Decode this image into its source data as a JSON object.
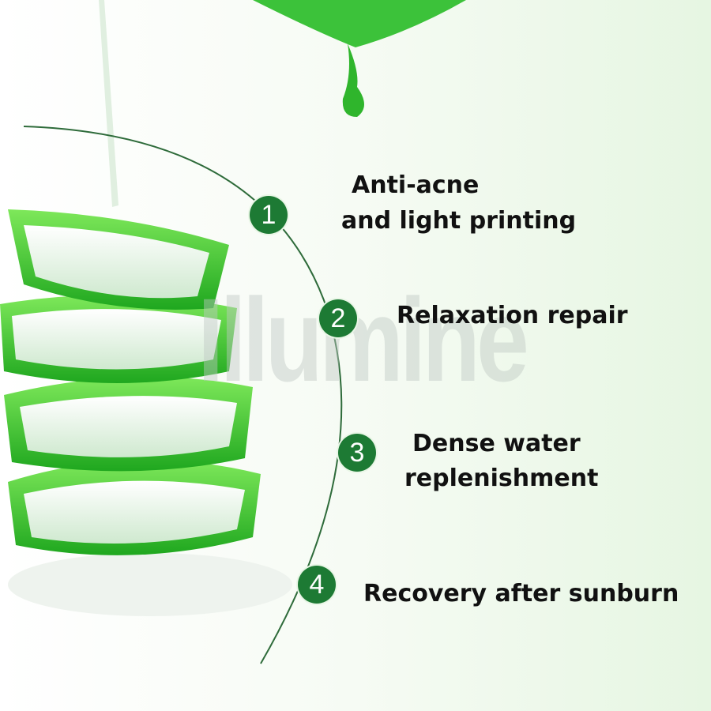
{
  "watermark": "Illumine",
  "features": [
    {
      "number": "1",
      "lines": [
        "Anti-acne",
        "and light printing"
      ]
    },
    {
      "number": "2",
      "lines": [
        "Relaxation repair"
      ]
    },
    {
      "number": "3",
      "lines": [
        "Dense water",
        "replenishment"
      ]
    },
    {
      "number": "4",
      "lines": [
        "Recovery after sunburn"
      ]
    }
  ],
  "colors": {
    "badge": "#1d7a34",
    "arc": "#2e6b3a",
    "aloe": "#2fbf2a",
    "text": "#111111"
  }
}
